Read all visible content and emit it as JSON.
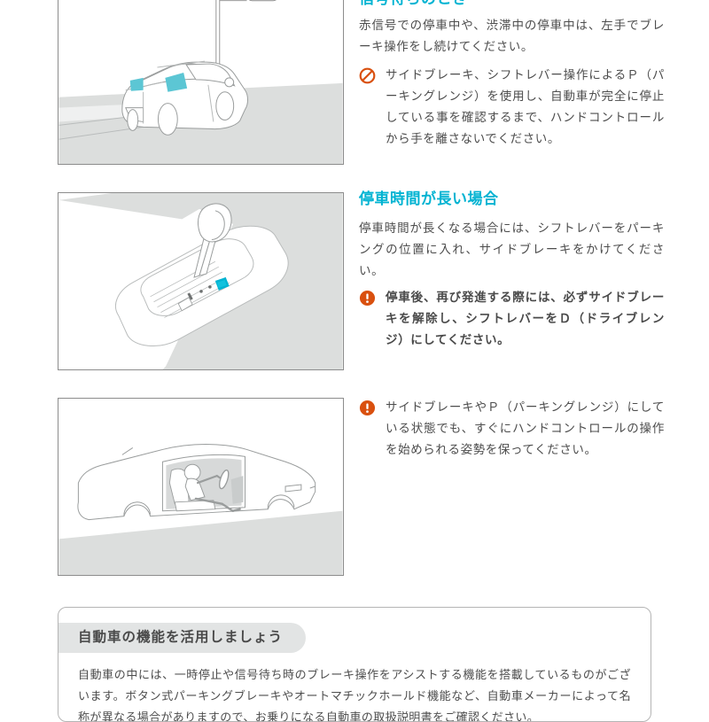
{
  "page": {
    "background_color": "#ffffff",
    "accent_color": "#00b3d2",
    "warning_color": "#d9500f",
    "text_color": "#4d4d4d"
  },
  "sections": [
    {
      "id": "red-light-stop",
      "heading": "信号待ちのとき",
      "heading_truncated_at_top": true,
      "figure": {
        "name": "car-at-red-traffic-light",
        "description": "赤信号で停車している自動車と信号機のイラスト",
        "highlight_color": "#5cc6d4",
        "signal_lit_color": "#e8531f"
      },
      "paragraphs": [
        "赤信号での停車中や、渋滞中の停車中は、左手でブレーキ操作をし続けてください。"
      ],
      "notes": [
        {
          "icon": "prohibition-icon",
          "bold": false,
          "text": "サイドブレーキ、シフトレバー操作によるＰ（パーキングレンジ）を使用し、自動車が完全に停止している事を確認するまで、ハンドコントロールから手を離さないでください。"
        }
      ]
    },
    {
      "id": "long-stop",
      "heading": "停車時間が長い場合",
      "heading_truncated_at_top": false,
      "figure": {
        "name": "gear-shift-lever",
        "description": "シフトレバーとシフトゲートのイラスト。Ｐレンジ位置を強調",
        "highlight_color": "#00b3d2"
      },
      "paragraphs": [
        "停車時間が長くなる場合には、シフトレバーをパーキングの位置に入れ、サイドブレーキをかけてください。"
      ],
      "notes": [
        {
          "icon": "exclamation-icon",
          "bold": true,
          "text": "停車後、再び発進する際には、必ずサイドブレーキを解除し、シフトレバーをＤ（ドライブレンジ）にしてください。"
        }
      ]
    },
    {
      "id": "posture",
      "heading": "",
      "heading_truncated_at_top": false,
      "figure": {
        "name": "driver-seated-in-car-side-view",
        "description": "運転席でハンドルを持つ運転者の側面イラスト",
        "highlight_color": "#c9cccc"
      },
      "paragraphs": [],
      "notes": [
        {
          "icon": "exclamation-icon",
          "bold": false,
          "text": "サイドブレーキやＰ（パーキングレンジ）にしている状態でも、すぐにハンドコントロールの操作を始められる姿勢を保ってください。"
        }
      ]
    }
  ],
  "infobox": {
    "title": "自動車の機能を活用しましょう",
    "body": "自動車の中には、一時停止や信号待ち時のブレーキ操作をアシストする機能を搭載しているものがございます。ボタン式パーキングブレーキやオートマチックホールド機能など、自動車メーカーによって名称が異なる場合がありますので、お乗りになる自動車の取扱説明書をご確認ください。"
  }
}
